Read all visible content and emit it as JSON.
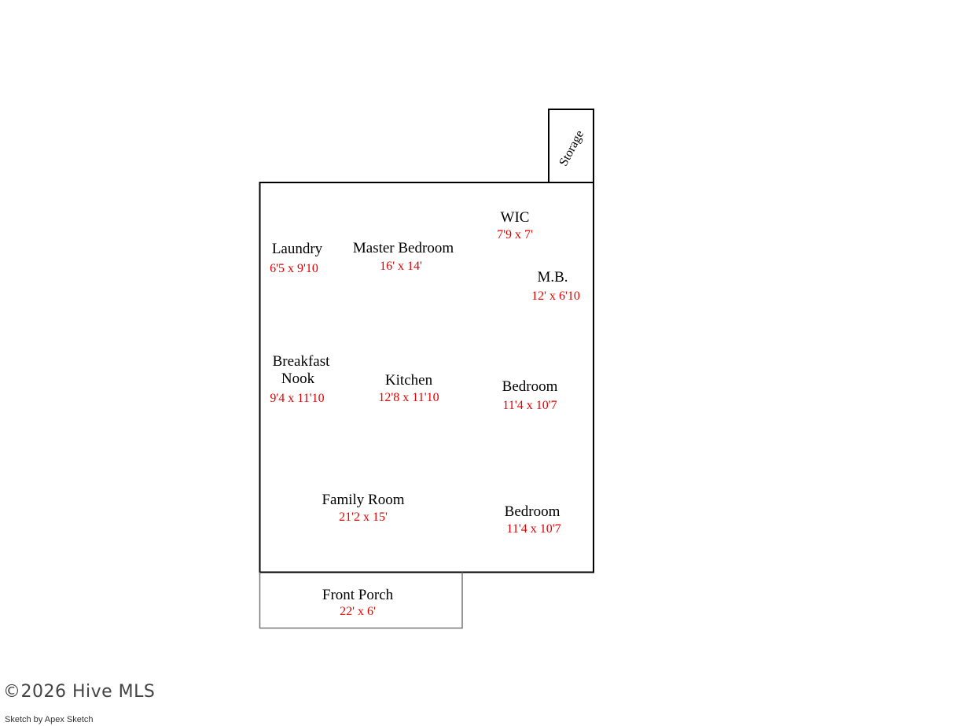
{
  "rooms": {
    "storage": {
      "name": "Storage"
    },
    "wic": {
      "name": "WIC",
      "dims": "7'9 x 7'"
    },
    "laundry": {
      "name": "Laundry",
      "dims": "6'5 x 9'10"
    },
    "master_bedroom": {
      "name": "Master Bedroom",
      "dims": "16' x 14'"
    },
    "mb": {
      "name": "M.B.",
      "dims": "12' x 6'10"
    },
    "breakfast_nook": {
      "name_line1": "Breakfast",
      "name_line2": "Nook",
      "dims": "9'4 x 11'10"
    },
    "kitchen": {
      "name": "Kitchen",
      "dims": "12'8 x 11'10"
    },
    "bedroom_1": {
      "name": "Bedroom",
      "dims": "11'4 x 10'7"
    },
    "family_room": {
      "name": "Family Room",
      "dims": "21'2 x 15'"
    },
    "bedroom_2": {
      "name": "Bedroom",
      "dims": "11'4 x 10'7"
    },
    "front_porch": {
      "name": "Front Porch",
      "dims": "22' x 6'"
    }
  },
  "footer": {
    "copyright": "©2026 Hive MLS",
    "credit": "Sketch by Apex Sketch"
  },
  "colors": {
    "walls": "#000000",
    "porch_outline": "#777777",
    "dimension_text": "#e60000"
  }
}
